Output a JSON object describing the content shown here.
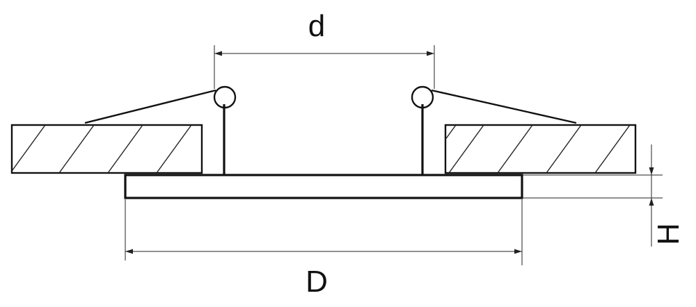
{
  "diagram": {
    "labels": {
      "small_diameter": "d",
      "large_diameter": "D",
      "height": "H"
    },
    "colors": {
      "line": "#111111",
      "background": "#ffffff"
    }
  }
}
